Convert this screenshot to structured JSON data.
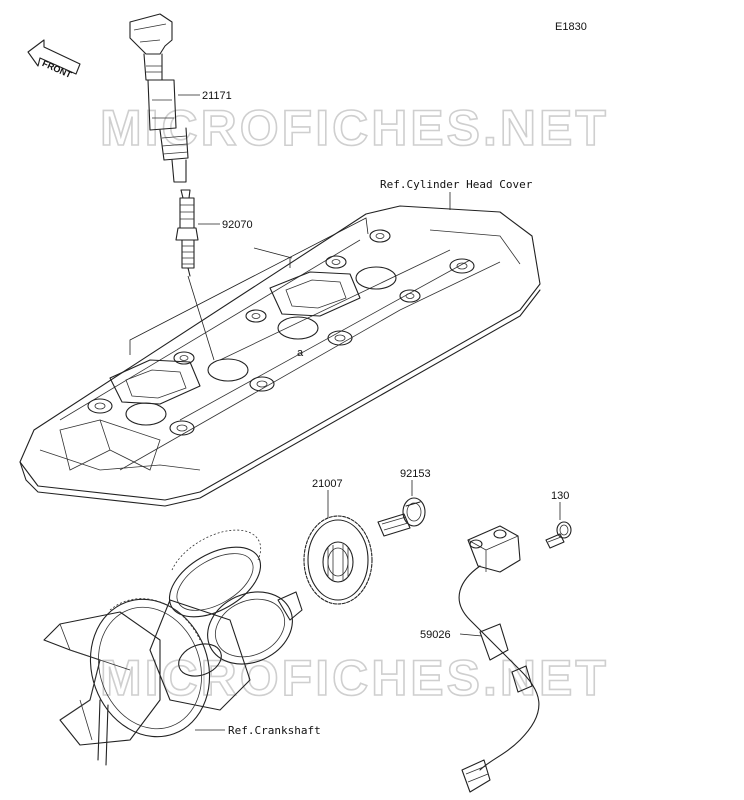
{
  "diagram": {
    "code": "E1830",
    "front_label": "FRONT",
    "watermark_top": "MICROFICHES.NET",
    "watermark_bottom": "MICROFICHES.NET",
    "parts": {
      "ignition_coil": "21171",
      "spark_plug": "92070",
      "cylinder_head_cover_ref": "Ref.Cylinder Head Cover",
      "timing_rotor": "21007",
      "bolt": "92153",
      "sensor_bolt": "130",
      "crankshaft_sensor": "59026",
      "crankshaft_ref": "Ref.Crankshaft"
    },
    "dot_label": "a"
  }
}
